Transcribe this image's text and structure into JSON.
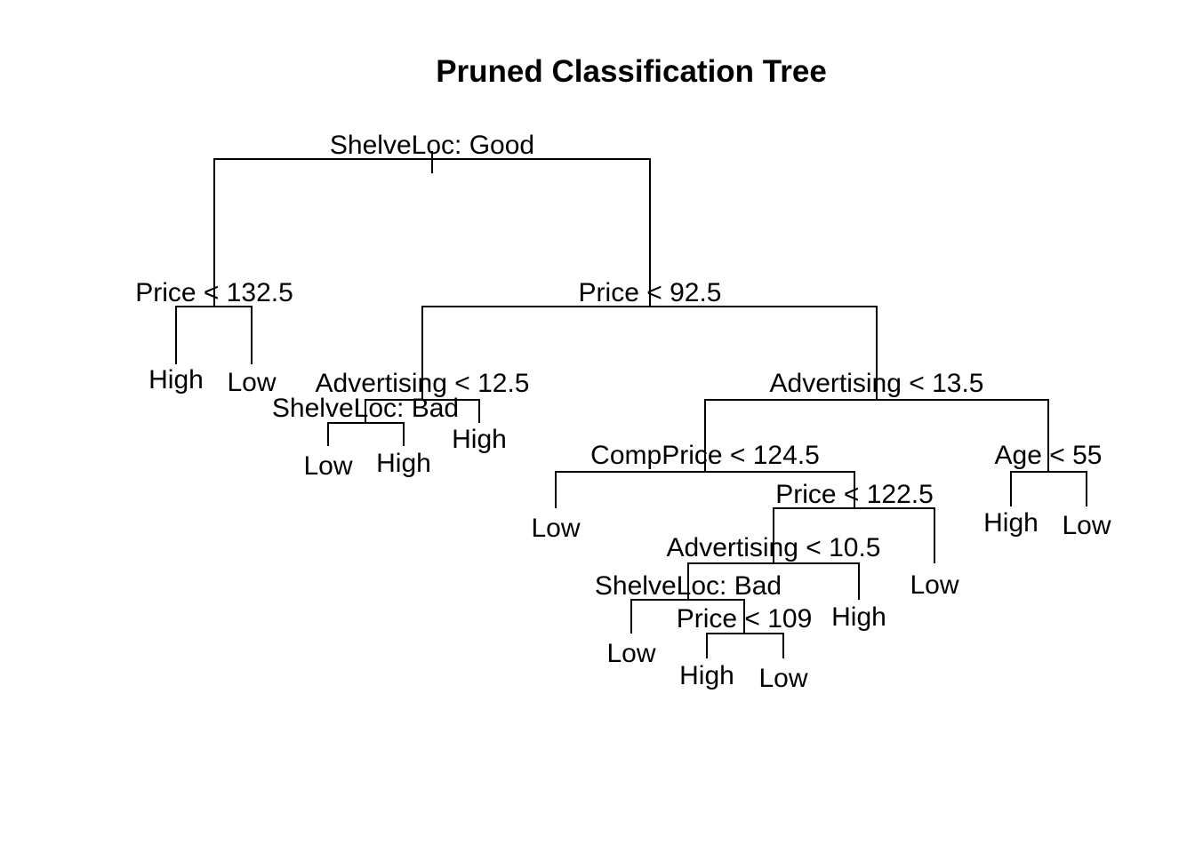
{
  "title": "Pruned Classification Tree",
  "tree": {
    "root_split": "ShelveLoc: Good",
    "left": {
      "split": "Price < 132.5",
      "left_leaf": "High",
      "right_leaf": "Low"
    },
    "right": {
      "split": "Price < 92.5",
      "left": {
        "split": "Advertising < 12.5",
        "left": {
          "split": "ShelveLoc: Bad",
          "left_leaf": "Low",
          "right_leaf": "High"
        },
        "right_leaf": "High"
      },
      "right": {
        "split": "Advertising < 13.5",
        "left": {
          "split": "CompPrice < 124.5",
          "left_leaf": "Low",
          "right": {
            "split": "Price < 122.5",
            "left": {
              "split": "Advertising < 10.5",
              "left": {
                "split": "ShelveLoc: Bad",
                "left_leaf": "Low",
                "right": {
                  "split": "Price < 109",
                  "left_leaf": "High",
                  "right_leaf": "Low"
                }
              },
              "right_leaf": "High"
            },
            "right_leaf": "Low"
          }
        },
        "right": {
          "split": "Age < 55",
          "left_leaf": "High",
          "right_leaf": "Low"
        }
      }
    }
  },
  "colors": {
    "line": "#000000",
    "text": "#000000",
    "background": "#ffffff"
  }
}
